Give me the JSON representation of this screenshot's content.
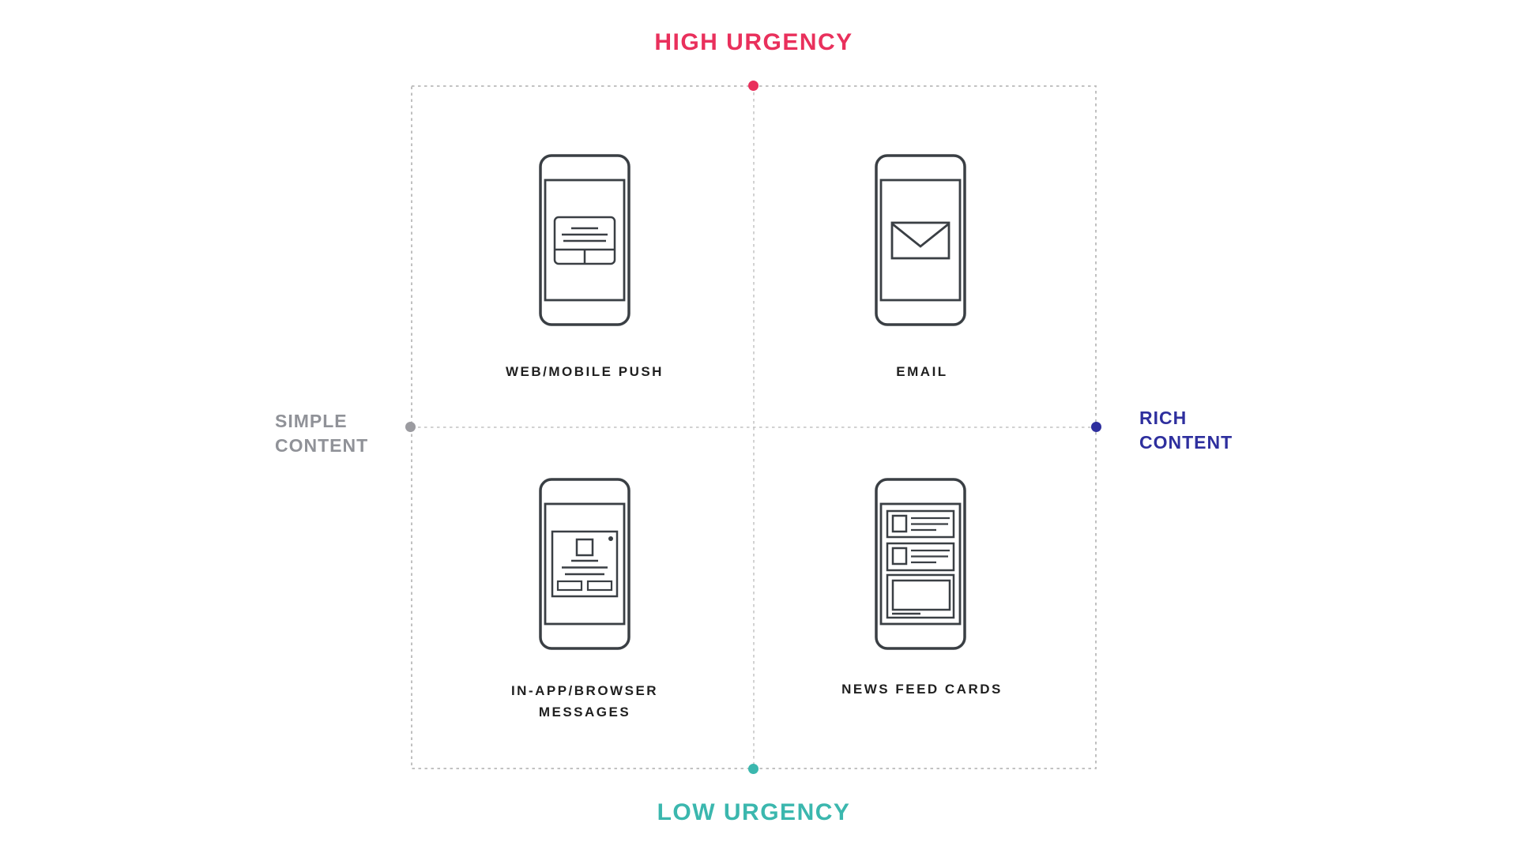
{
  "diagram_type": "quadrant-matrix",
  "axes": {
    "top": {
      "label": "HIGH URGENCY",
      "color": "#e9305c"
    },
    "bottom": {
      "label": "LOW URGENCY",
      "color": "#3bb7ae"
    },
    "left": {
      "lines": [
        "SIMPLE",
        "CONTENT"
      ],
      "color": "#909298"
    },
    "right": {
      "lines": [
        "RICH",
        "CONTENT"
      ],
      "color": "#2e2f9e"
    }
  },
  "quadrants": {
    "top_left": {
      "lines": [
        "WEB/MOBILE PUSH"
      ],
      "icon": "push-notification-phone-icon"
    },
    "top_right": {
      "lines": [
        "EMAIL"
      ],
      "icon": "email-phone-icon"
    },
    "bottom_left": {
      "lines": [
        "IN-APP/BROWSER",
        "MESSAGES"
      ],
      "icon": "in-app-message-phone-icon"
    },
    "bottom_right": {
      "lines": [
        "NEWS FEED CARDS"
      ],
      "icon": "news-feed-cards-phone-icon"
    }
  },
  "grid": {
    "line_style": "dashed",
    "line_color": "#b9b9b9",
    "stroke_color": "#3a3f44",
    "dot_colors": {
      "top": "#e9305c",
      "bottom": "#3bb7ae",
      "left": "#9b9ba0",
      "right": "#2e2f9e"
    }
  }
}
